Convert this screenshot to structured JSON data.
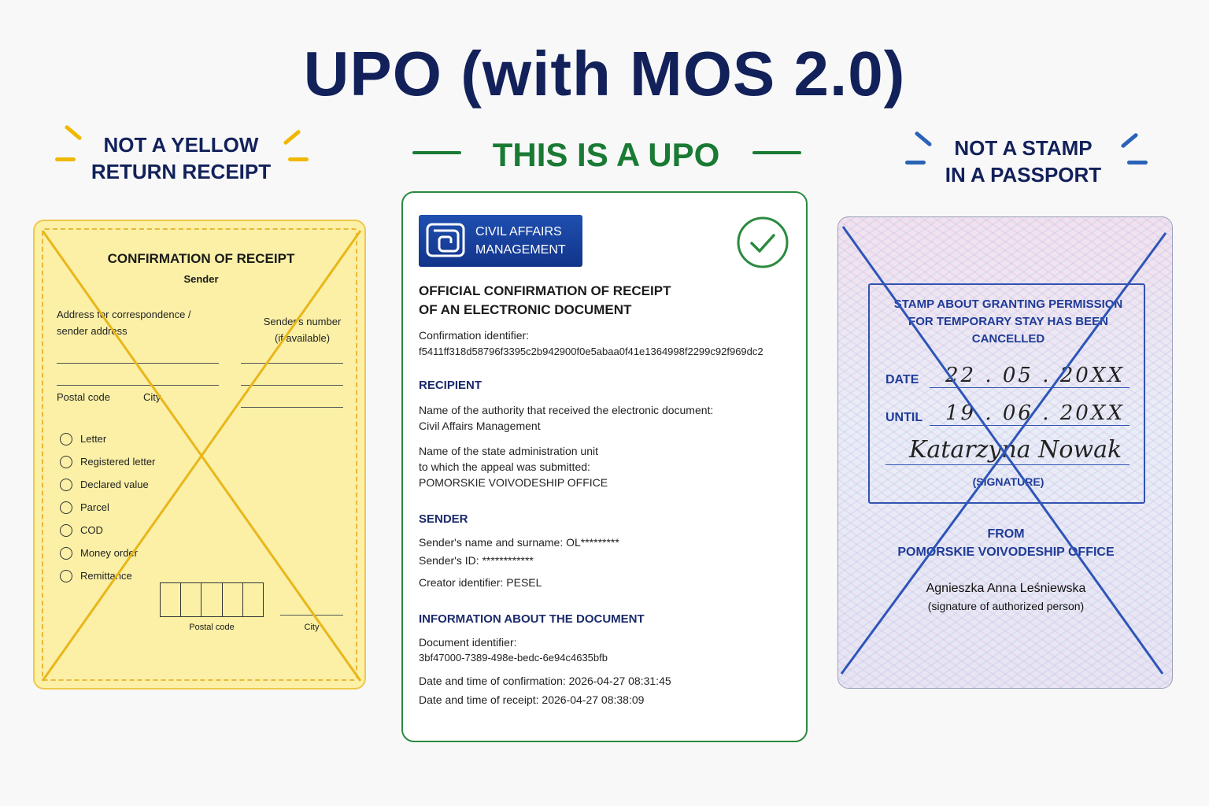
{
  "title": "UPO (with MOS 2.0)",
  "headings": {
    "left": [
      "NOT A YELLOW",
      "RETURN RECEIPT"
    ],
    "center": "THIS IS A UPO",
    "right": [
      "NOT A STAMP",
      "IN A PASSPORT"
    ]
  },
  "colors": {
    "navy": "#12215a",
    "green": "#1a7a34",
    "yellow_accent": "#f0b800",
    "blue_accent": "#2a63b8",
    "cross_yellow": "#e9b61a",
    "cross_blue": "#2e55b8"
  },
  "yellow_receipt": {
    "title": "CONFIRMATION OF RECEIPT",
    "subtitle": "Sender",
    "address_label": [
      "Address for correspondence /",
      "sender address"
    ],
    "sender_number_label": [
      "Sender's number",
      "(if available)"
    ],
    "postal_code_label": "Postal code",
    "city_label": "City",
    "options": [
      "Letter",
      "Registered letter",
      "Declared value",
      "Parcel",
      "COD",
      "Money order",
      "Remittance"
    ],
    "bottom_postal_label": "Postal code",
    "bottom_city_label": "City"
  },
  "upo": {
    "logo_lines": [
      "CIVIL AFFAIRS",
      "MANAGEMENT"
    ],
    "logo_icon": "folder-spiral-icon",
    "check_icon": "check-circle-icon",
    "heading": [
      "OFFICIAL CONFIRMATION OF RECEIPT",
      "OF AN ELECTRONIC DOCUMENT"
    ],
    "confirmation_id_label": "Confirmation identifier:",
    "confirmation_id": "f5411ff318d58796f3395c2b942900f0e5abaa0f41e1364998f2299c92f969dc2",
    "recipient_title": "RECIPIENT",
    "authority_label": "Name of the authority that received the electronic document:",
    "authority_value": "Civil Affairs Management",
    "unit_label": [
      "Name of the state administration unit",
      "to which the appeal was submitted:"
    ],
    "unit_value": "POMORSKIE VOIVODESHIP OFFICE",
    "sender_title": "SENDER",
    "sender_name": "Sender's name and surname:  OL*********",
    "sender_id": "Sender's ID:  ************",
    "creator_id": "Creator identifier:  PESEL",
    "doc_title": "INFORMATION ABOUT THE DOCUMENT",
    "doc_id_label": "Document identifier:",
    "doc_id": "3bf47000-7389-498e-bedc-6e94c4635bfb",
    "confirm_time": "Date and time of confirmation:  2026-04-27 08:31:45",
    "receipt_time": "Date and time of receipt:  2026-04-27 08:38:09"
  },
  "passport": {
    "stamp_title": [
      "STAMP ABOUT GRANTING PERMISSION",
      "FOR TEMPORARY STAY HAS BEEN",
      "CANCELLED"
    ],
    "date_label": "DATE",
    "date_value": "22 . 05 . 20XX",
    "until_label": "UNTIL",
    "until_value": "19 . 06 . 20XX",
    "signature": "Katarzyna Nowak",
    "signature_label": "(SIGNATURE)",
    "from_label": "FROM",
    "from_value": "POMORSKIE VOIVODESHIP OFFICE",
    "authorized_name": "Agnieszka Anna Leśniewska",
    "authorized_label": "(signature of authorized person)"
  }
}
